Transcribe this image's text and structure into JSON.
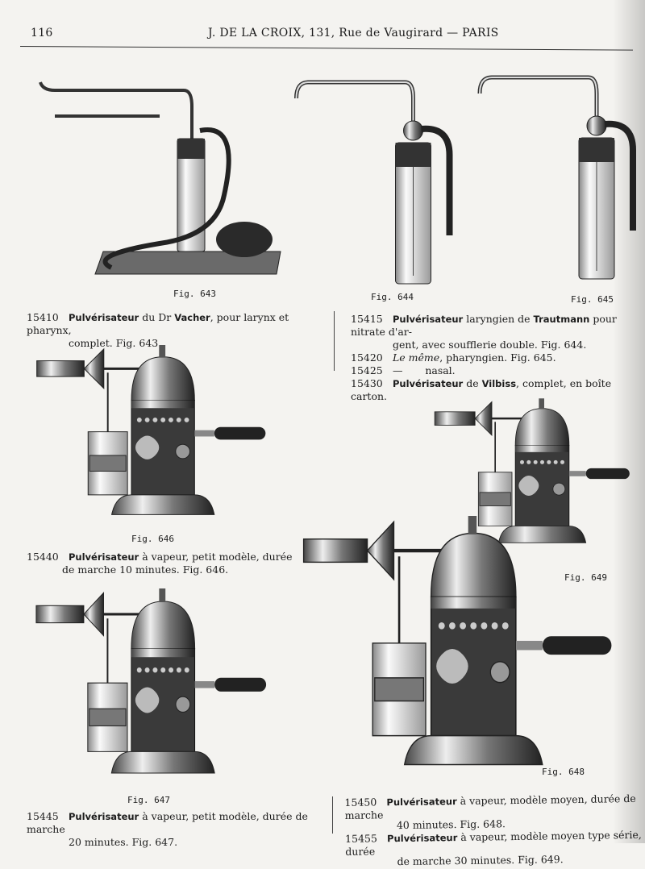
{
  "header": {
    "page_number": "116",
    "title": "J. DE LA CROIX, 131, Rue de Vaugirard — PARIS"
  },
  "figures": {
    "f643": "Fig. 643",
    "f644": "Fig. 644",
    "f645": "Fig. 645",
    "f646": "Fig. 646",
    "f647": "Fig. 647",
    "f648": "Fig. 648",
    "f649": "Fig. 649"
  },
  "entries": [
    {
      "num": "15410",
      "bold": "Pulvérisateur",
      "text": " du Dr ",
      "bold2": "Vacher",
      "text2": ", pour larynx et pharynx,",
      "cont": "complet. Fig. 643."
    },
    {
      "num": "15415",
      "bold": "Pulvérisateur",
      "text": " laryngien de ",
      "bold2": "Trautmann",
      "text2": " pour nitrate d'ar-",
      "cont": "gent, avec soufflerie double. Fig. 644."
    },
    {
      "num": "15420",
      "italic": "Le même",
      "text": ", pharyngien. Fig. 645."
    },
    {
      "num": "15425",
      "text": "—       nasal."
    },
    {
      "num": "15430",
      "bold": "Pulvérisateur",
      "text": " de ",
      "bold2": "Vilbiss",
      "text2": ", complet, en boîte carton."
    },
    {
      "num": "15440",
      "bold": "Pulvérisateur",
      "text": " à vapeur, petit modèle, durée",
      "cont": "de marche 10 minutes. Fig. 646."
    },
    {
      "num": "15445",
      "bold": "Pulvérisateur",
      "text": " à vapeur, petit modèle, durée de marche",
      "cont": "20 minutes. Fig. 647."
    },
    {
      "num": "15450",
      "bold": "Pulvérisateur",
      "text": " à vapeur, modèle moyen, durée de marche",
      "cont": "40 minutes. Fig. 648."
    },
    {
      "num": "15455",
      "bold": "Pulvérisateur",
      "text": " à vapeur, modèle moyen type série, durée",
      "cont": "de marche 30 minutes. Fig. 649."
    }
  ]
}
